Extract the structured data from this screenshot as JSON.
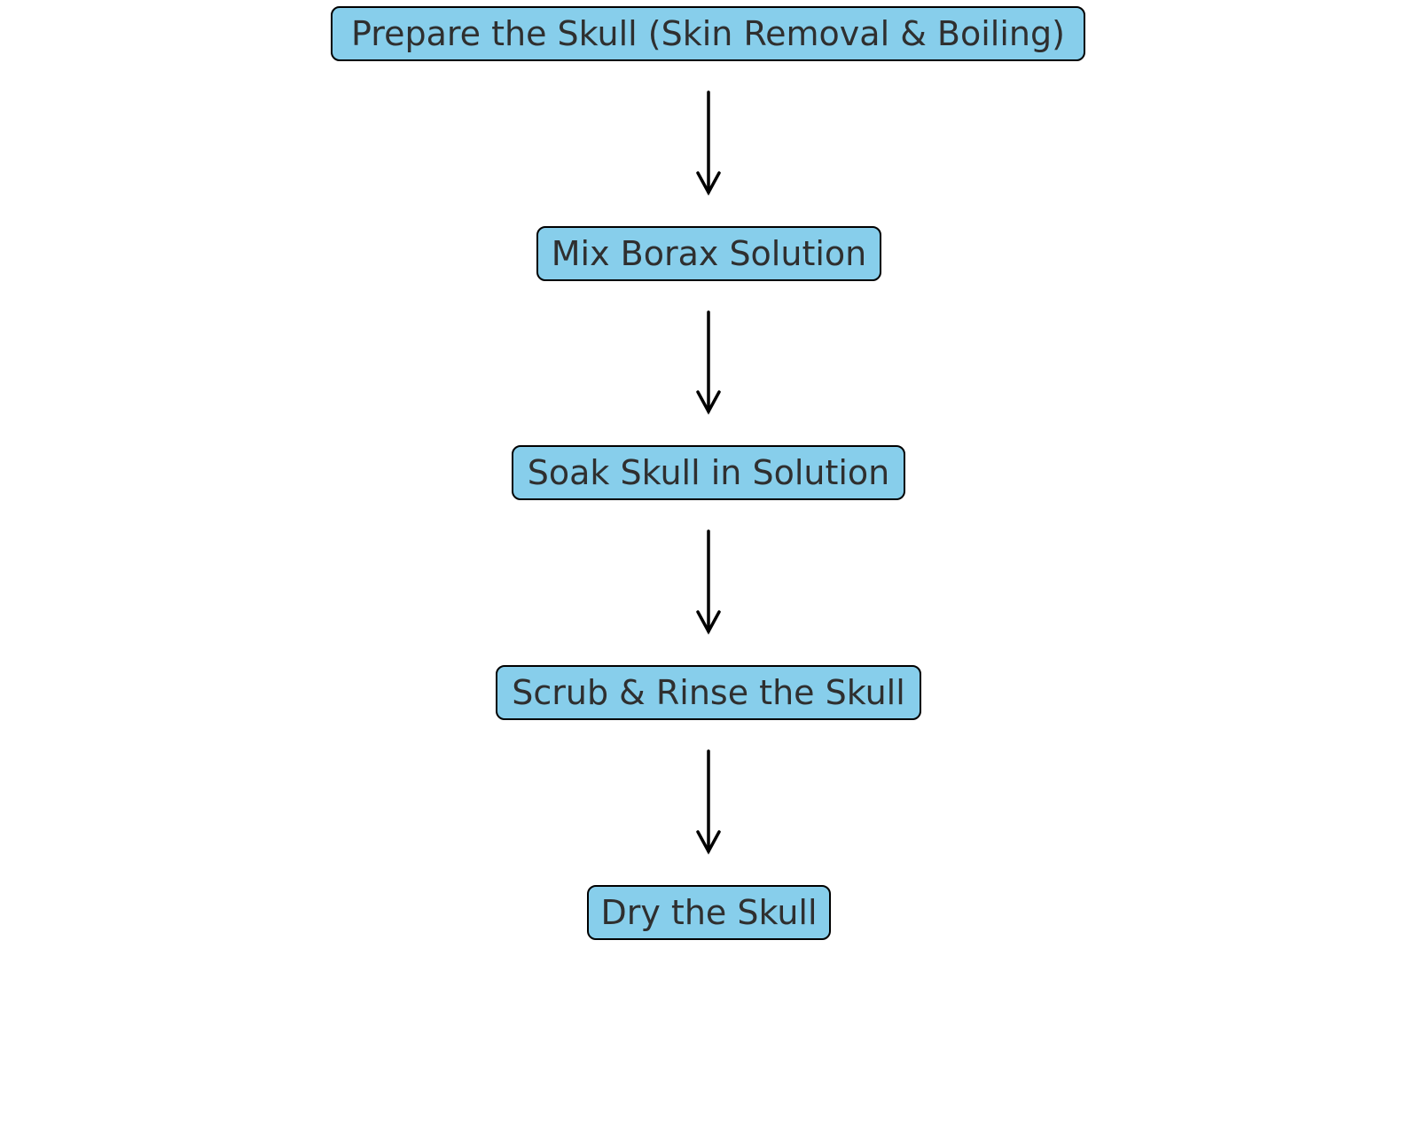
{
  "diagram": {
    "type": "flowchart",
    "direction": "top-to-bottom",
    "colors": {
      "node_fill": "#87CEEB",
      "node_border": "#000000",
      "node_text": "#2f2f2f",
      "arrow": "#000000"
    },
    "steps": [
      {
        "id": "prepare",
        "label": "Prepare the Skull (Skin Removal & Boiling)"
      },
      {
        "id": "mix",
        "label": "Mix Borax Solution"
      },
      {
        "id": "soak",
        "label": "Soak Skull in Solution"
      },
      {
        "id": "scrub",
        "label": "Scrub & Rinse the Skull"
      },
      {
        "id": "dry",
        "label": "Dry the Skull"
      }
    ],
    "edges": [
      {
        "from": "prepare",
        "to": "mix"
      },
      {
        "from": "mix",
        "to": "soak"
      },
      {
        "from": "soak",
        "to": "scrub"
      },
      {
        "from": "scrub",
        "to": "dry"
      }
    ]
  }
}
